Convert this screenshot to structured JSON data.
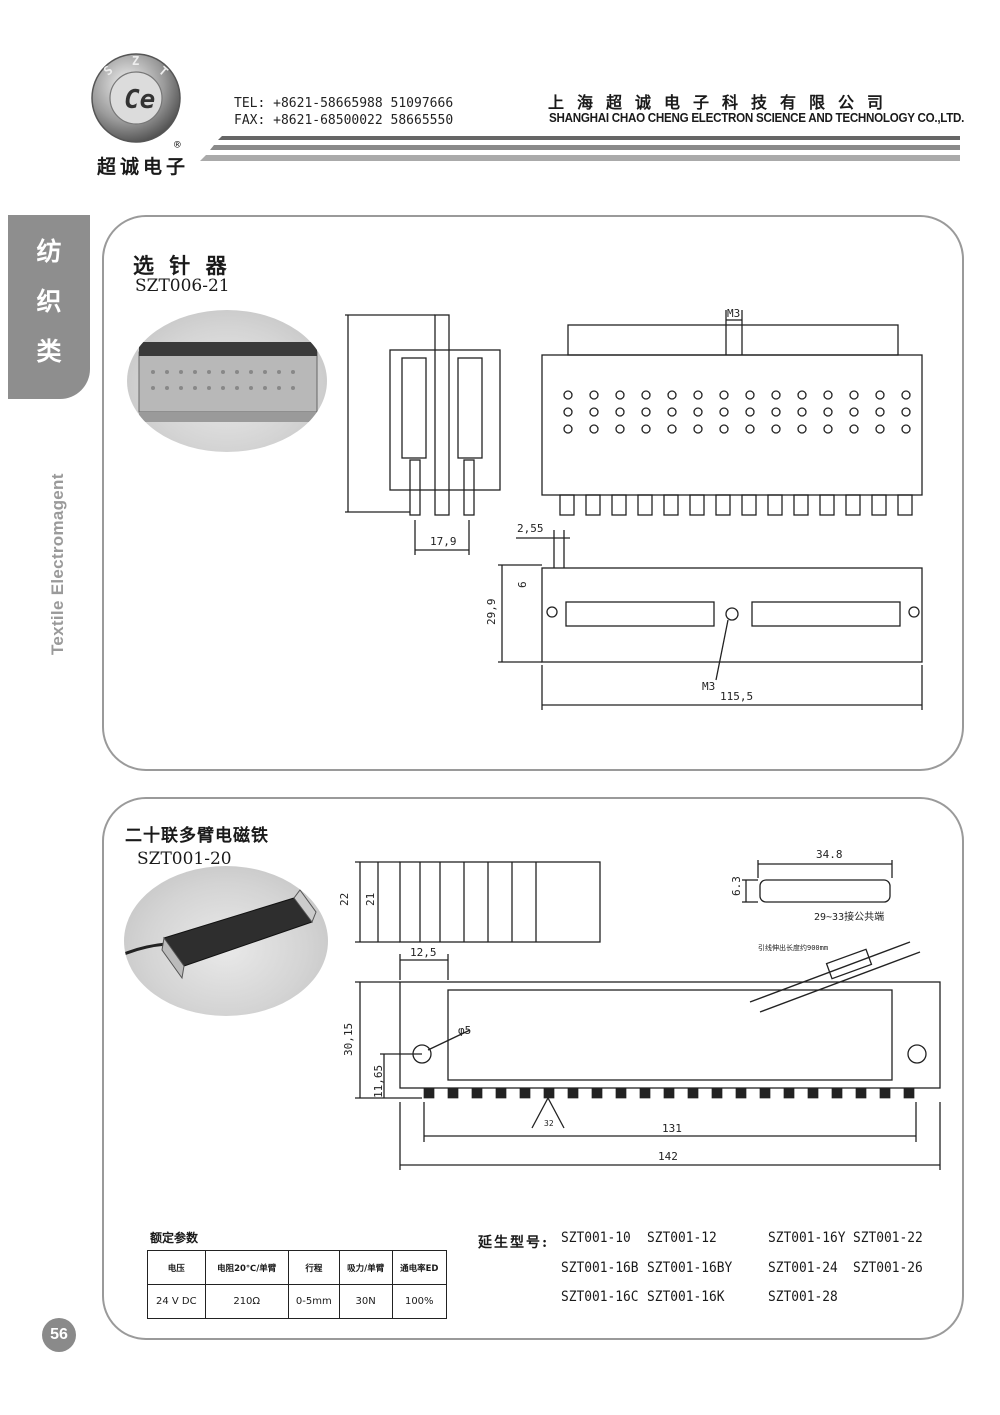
{
  "header": {
    "logo_letters": "SZT",
    "logo_monogram": "Ce",
    "logo_mark": "®",
    "brand_cn": "超诚电子",
    "tel": "TEL: +8621-58665988  51097666",
    "fax": "FAX: +8621-68500022  58665550",
    "company_cn": "上海超诚电子科技有限公司",
    "company_en": "SHANGHAI CHAO CHENG ELECTRON SCIENCE AND TECHNOLOGY CO.,LTD."
  },
  "side_tab": {
    "chars": [
      "纺",
      "织",
      "类"
    ],
    "vertical_label": "Textile Electromagent"
  },
  "product1": {
    "title_cn": "选 针 器",
    "model": "SZT006-21",
    "dims": {
      "w_side": "17,9",
      "m3_top": "M3",
      "pitch": "2,55",
      "h6": "6",
      "h_total": "29,9",
      "m3_bottom": "M3",
      "length": "115,5"
    }
  },
  "product2": {
    "title_cn": "二十联多臂电磁铁",
    "model": "SZT001-20",
    "dims": {
      "h22": "22",
      "h21": "21",
      "w12": "12,5",
      "h30": "30,15",
      "d5": "φ5",
      "h11": "11,65",
      "len131": "131",
      "len142": "142",
      "conn_w": "34.8",
      "conn_h": "6.3",
      "pitch32": "32",
      "conn_note": "29~33接公共端",
      "lead_note": "引线伸出长度约900mm"
    }
  },
  "specs": {
    "title": "额定参数",
    "headers": [
      "电压",
      "电阻20℃/单臂",
      "行程",
      "吸力/单臂",
      "通电率ED"
    ],
    "values": [
      "24 V DC",
      "210Ω",
      "0-5mm",
      "30N",
      "100%"
    ]
  },
  "extended": {
    "label": "延生型号:",
    "models": [
      "SZT001-10",
      "SZT001-12",
      "SZT001-16Y",
      "SZT001-22",
      "SZT001-16B",
      "SZT001-16BY",
      "SZT001-24",
      "SZT001-26",
      "SZT001-16C",
      "SZT001-16K",
      "SZT001-28"
    ]
  },
  "page_number": "56"
}
